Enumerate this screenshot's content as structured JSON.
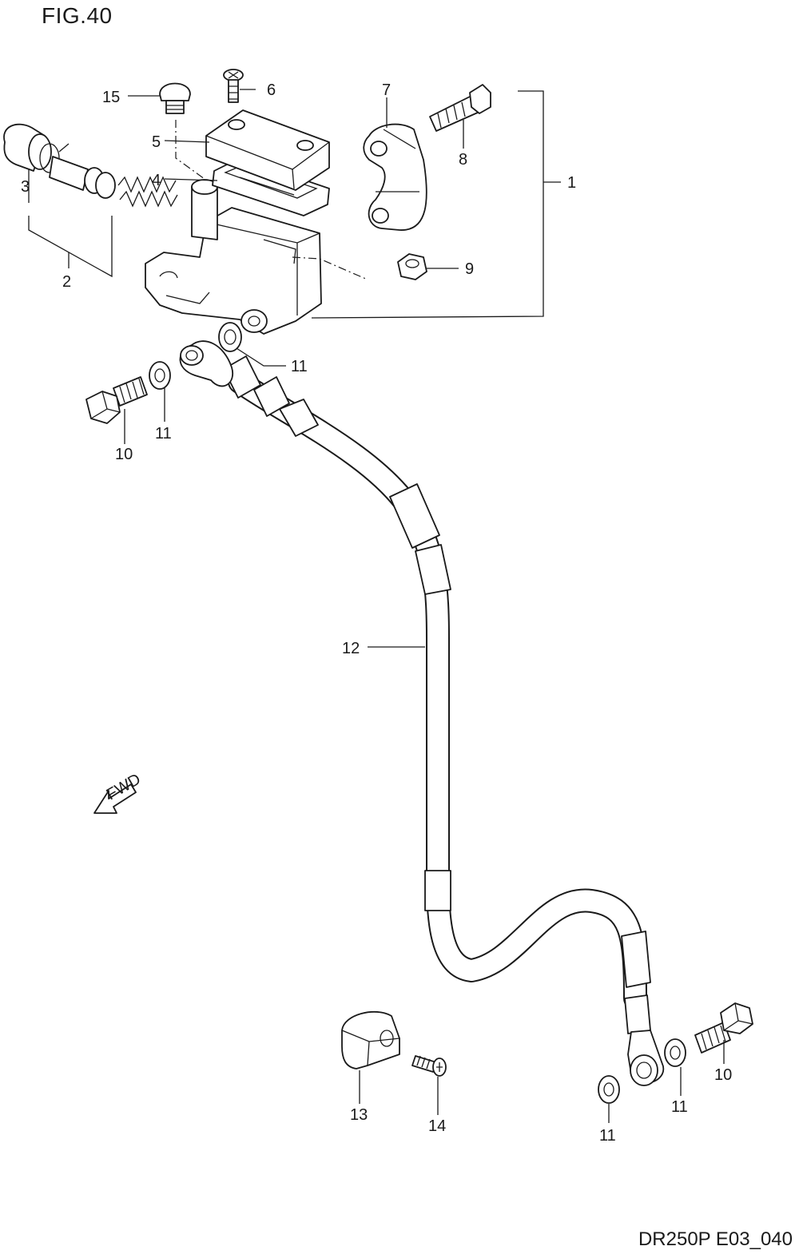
{
  "figure": {
    "title": "FIG.40",
    "code": "DR250P E03_040"
  },
  "fwd_label": "FWD",
  "labels": {
    "p1": "1",
    "p2": "2",
    "p3": "3",
    "p4": "4",
    "p5": "5",
    "p6": "6",
    "p7": "7",
    "p8": "8",
    "p9": "9",
    "p10a": "10",
    "p10b": "10",
    "p11a": "11",
    "p11b": "11",
    "p11c": "11",
    "p11d": "11",
    "p12": "12",
    "p13": "13",
    "p14": "14",
    "p15": "15"
  }
}
